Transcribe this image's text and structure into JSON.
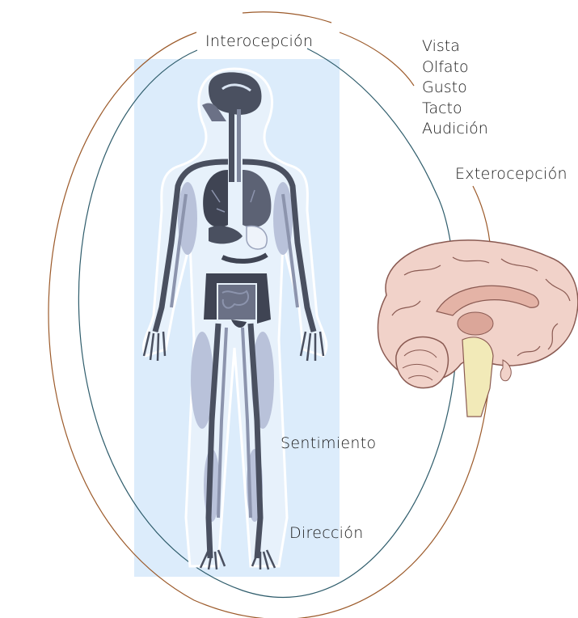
{
  "labels": {
    "interoception": "Interocepción",
    "exteroception": "Exterocepción",
    "feeling": "Sentimiento",
    "direction": "Dirección"
  },
  "senses": [
    "Vista",
    "Olfato",
    "Gusto",
    "Tacto",
    "Audición"
  ],
  "colors": {
    "outer_ellipse": "#9c5a2a",
    "inner_ellipse": "#2e5c6b",
    "body_panel": "#dcecfb",
    "body_dark": "#4a5060",
    "body_light": "#a9b3cf",
    "brain_cortex": "#f1d2c9",
    "brain_stroke": "#8a5a52",
    "brainstem": "#f2eab8"
  },
  "icons": {
    "body": "human-body-anatomy-icon",
    "brain": "brain-sagittal-icon"
  }
}
